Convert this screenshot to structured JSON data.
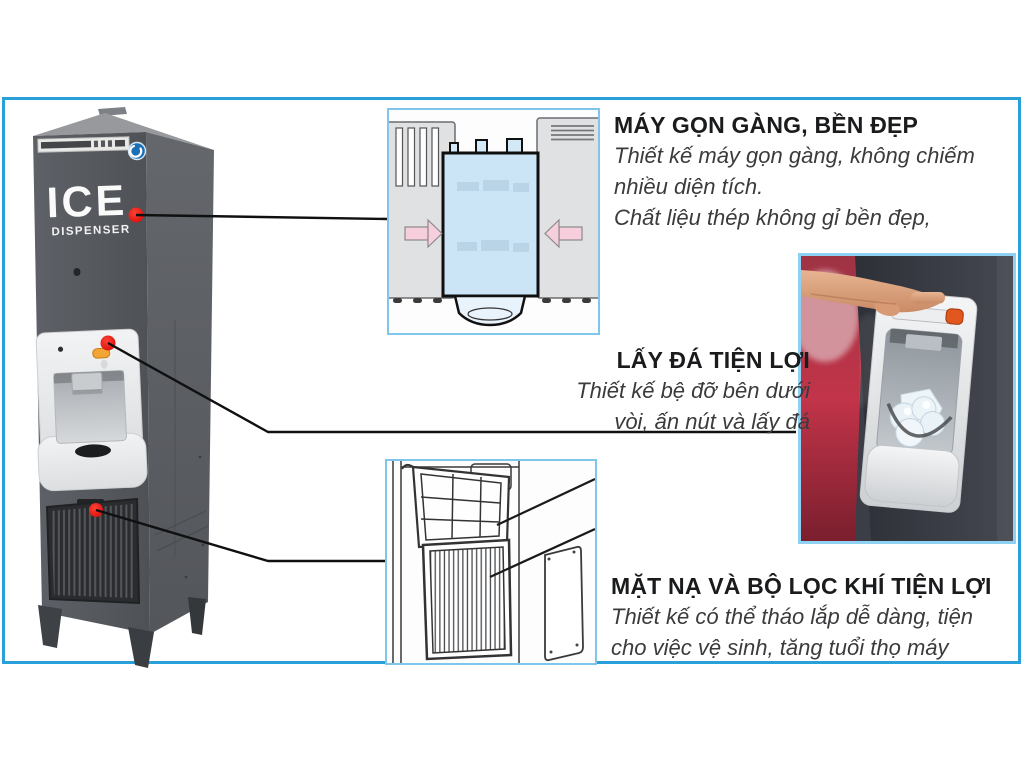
{
  "machine": {
    "label_line1": "ICE",
    "label_line2": "DISPENSER"
  },
  "features": {
    "design": {
      "title": "MÁY GỌN GÀNG, BỀN ĐẸP",
      "desc_lines": [
        "Thiết kế máy gọn gàng, không chiếm",
        "nhiều diện tích.",
        "Chất liệu thép không gỉ bền đẹp,"
      ]
    },
    "dispense": {
      "title": "LẤY ĐÁ TIỆN LỢI",
      "desc_lines": [
        "Thiết kế bệ đỡ bên dưới",
        "vòi, ấn nút và lấy đá"
      ]
    },
    "filter": {
      "title": "MẶT NẠ VÀ BỘ LỌC KHÍ TIỆN LỢI",
      "desc_lines": [
        "Thiết kế có thể tháo lắp dễ dàng, tiện",
        "cho việc vệ sinh, tăng tuổi thọ máy"
      ]
    }
  },
  "colors": {
    "frame_blue": "#2AA0DB",
    "box_border_blue": "#7FC6EA",
    "photo_border_blue": "#8ED1F2",
    "callout_red": "#E41309",
    "button_orange": "#F2A437",
    "highlight_blue": "#CBE5F7"
  }
}
